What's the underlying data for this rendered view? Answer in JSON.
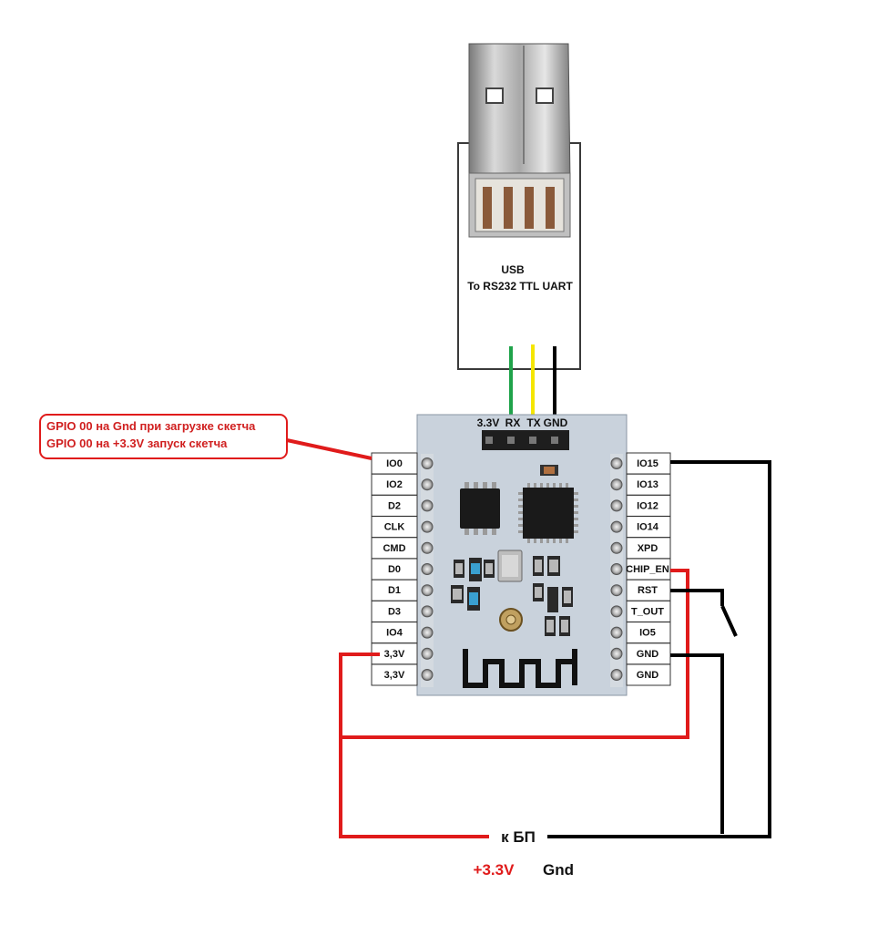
{
  "usb": {
    "line1": "USB",
    "line2": "To RS232 TTL UART"
  },
  "header_pins": [
    "3.3V",
    "RX",
    "TX",
    "GND"
  ],
  "note": {
    "line1": "GPIO 00 на Gnd при загрузке скетча",
    "line2": "GPIO 00 на +3.3V запуск скетча"
  },
  "left_pins": [
    "IO0",
    "IO2",
    "D2",
    "CLK",
    "CMD",
    "D0",
    "D1",
    "D3",
    "IO4",
    "3,3V",
    "3,3V"
  ],
  "right_pins": [
    "IO15",
    "IO13",
    "IO12",
    "IO14",
    "XPD",
    "CHIP_EN",
    "RST",
    "T_OUT",
    "IO5",
    "GND",
    "GND"
  ],
  "power": {
    "label": "к БП",
    "plus": "+3.3V",
    "gnd": "Gnd"
  },
  "colors": {
    "red_wire": "#e01b1b",
    "black_wire": "#000000",
    "green_wire": "#1fa34a",
    "yellow_wire": "#f5e600",
    "board": "#c9d2dc",
    "note_text": "#d01f1f"
  }
}
